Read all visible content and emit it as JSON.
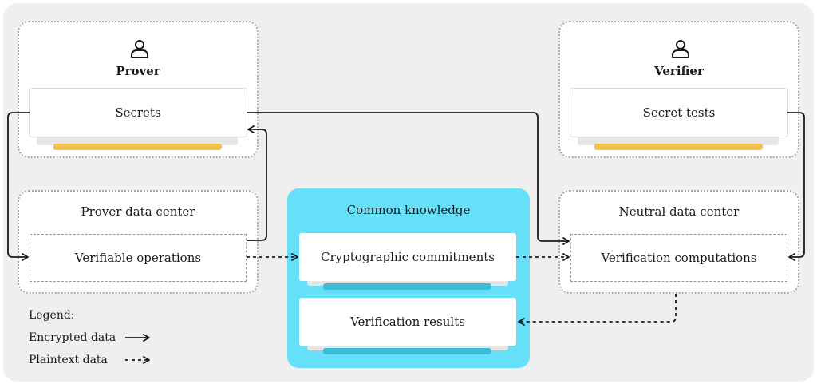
{
  "colors": {
    "accent_yellow": "#f2c14e",
    "accent_cyan": "#3bbcd8",
    "common_bg": "#66e0f9"
  },
  "prover": {
    "icon": "user-icon",
    "title": "Prover",
    "card_label": "Secrets"
  },
  "verifier": {
    "icon": "user-icon",
    "title": "Verifier",
    "card_label": "Secret tests"
  },
  "prover_dc": {
    "title": "Prover data center",
    "card_label": "Verifiable operations"
  },
  "neutral_dc": {
    "title": "Neutral data center",
    "card_label": "Verification computations"
  },
  "common": {
    "title": "Common knowledge",
    "card1": "Cryptographic commitments",
    "card2": "Verification results"
  },
  "legend": {
    "title": "Legend:",
    "encrypted": "Encrypted data",
    "plaintext": "Plaintext data"
  }
}
